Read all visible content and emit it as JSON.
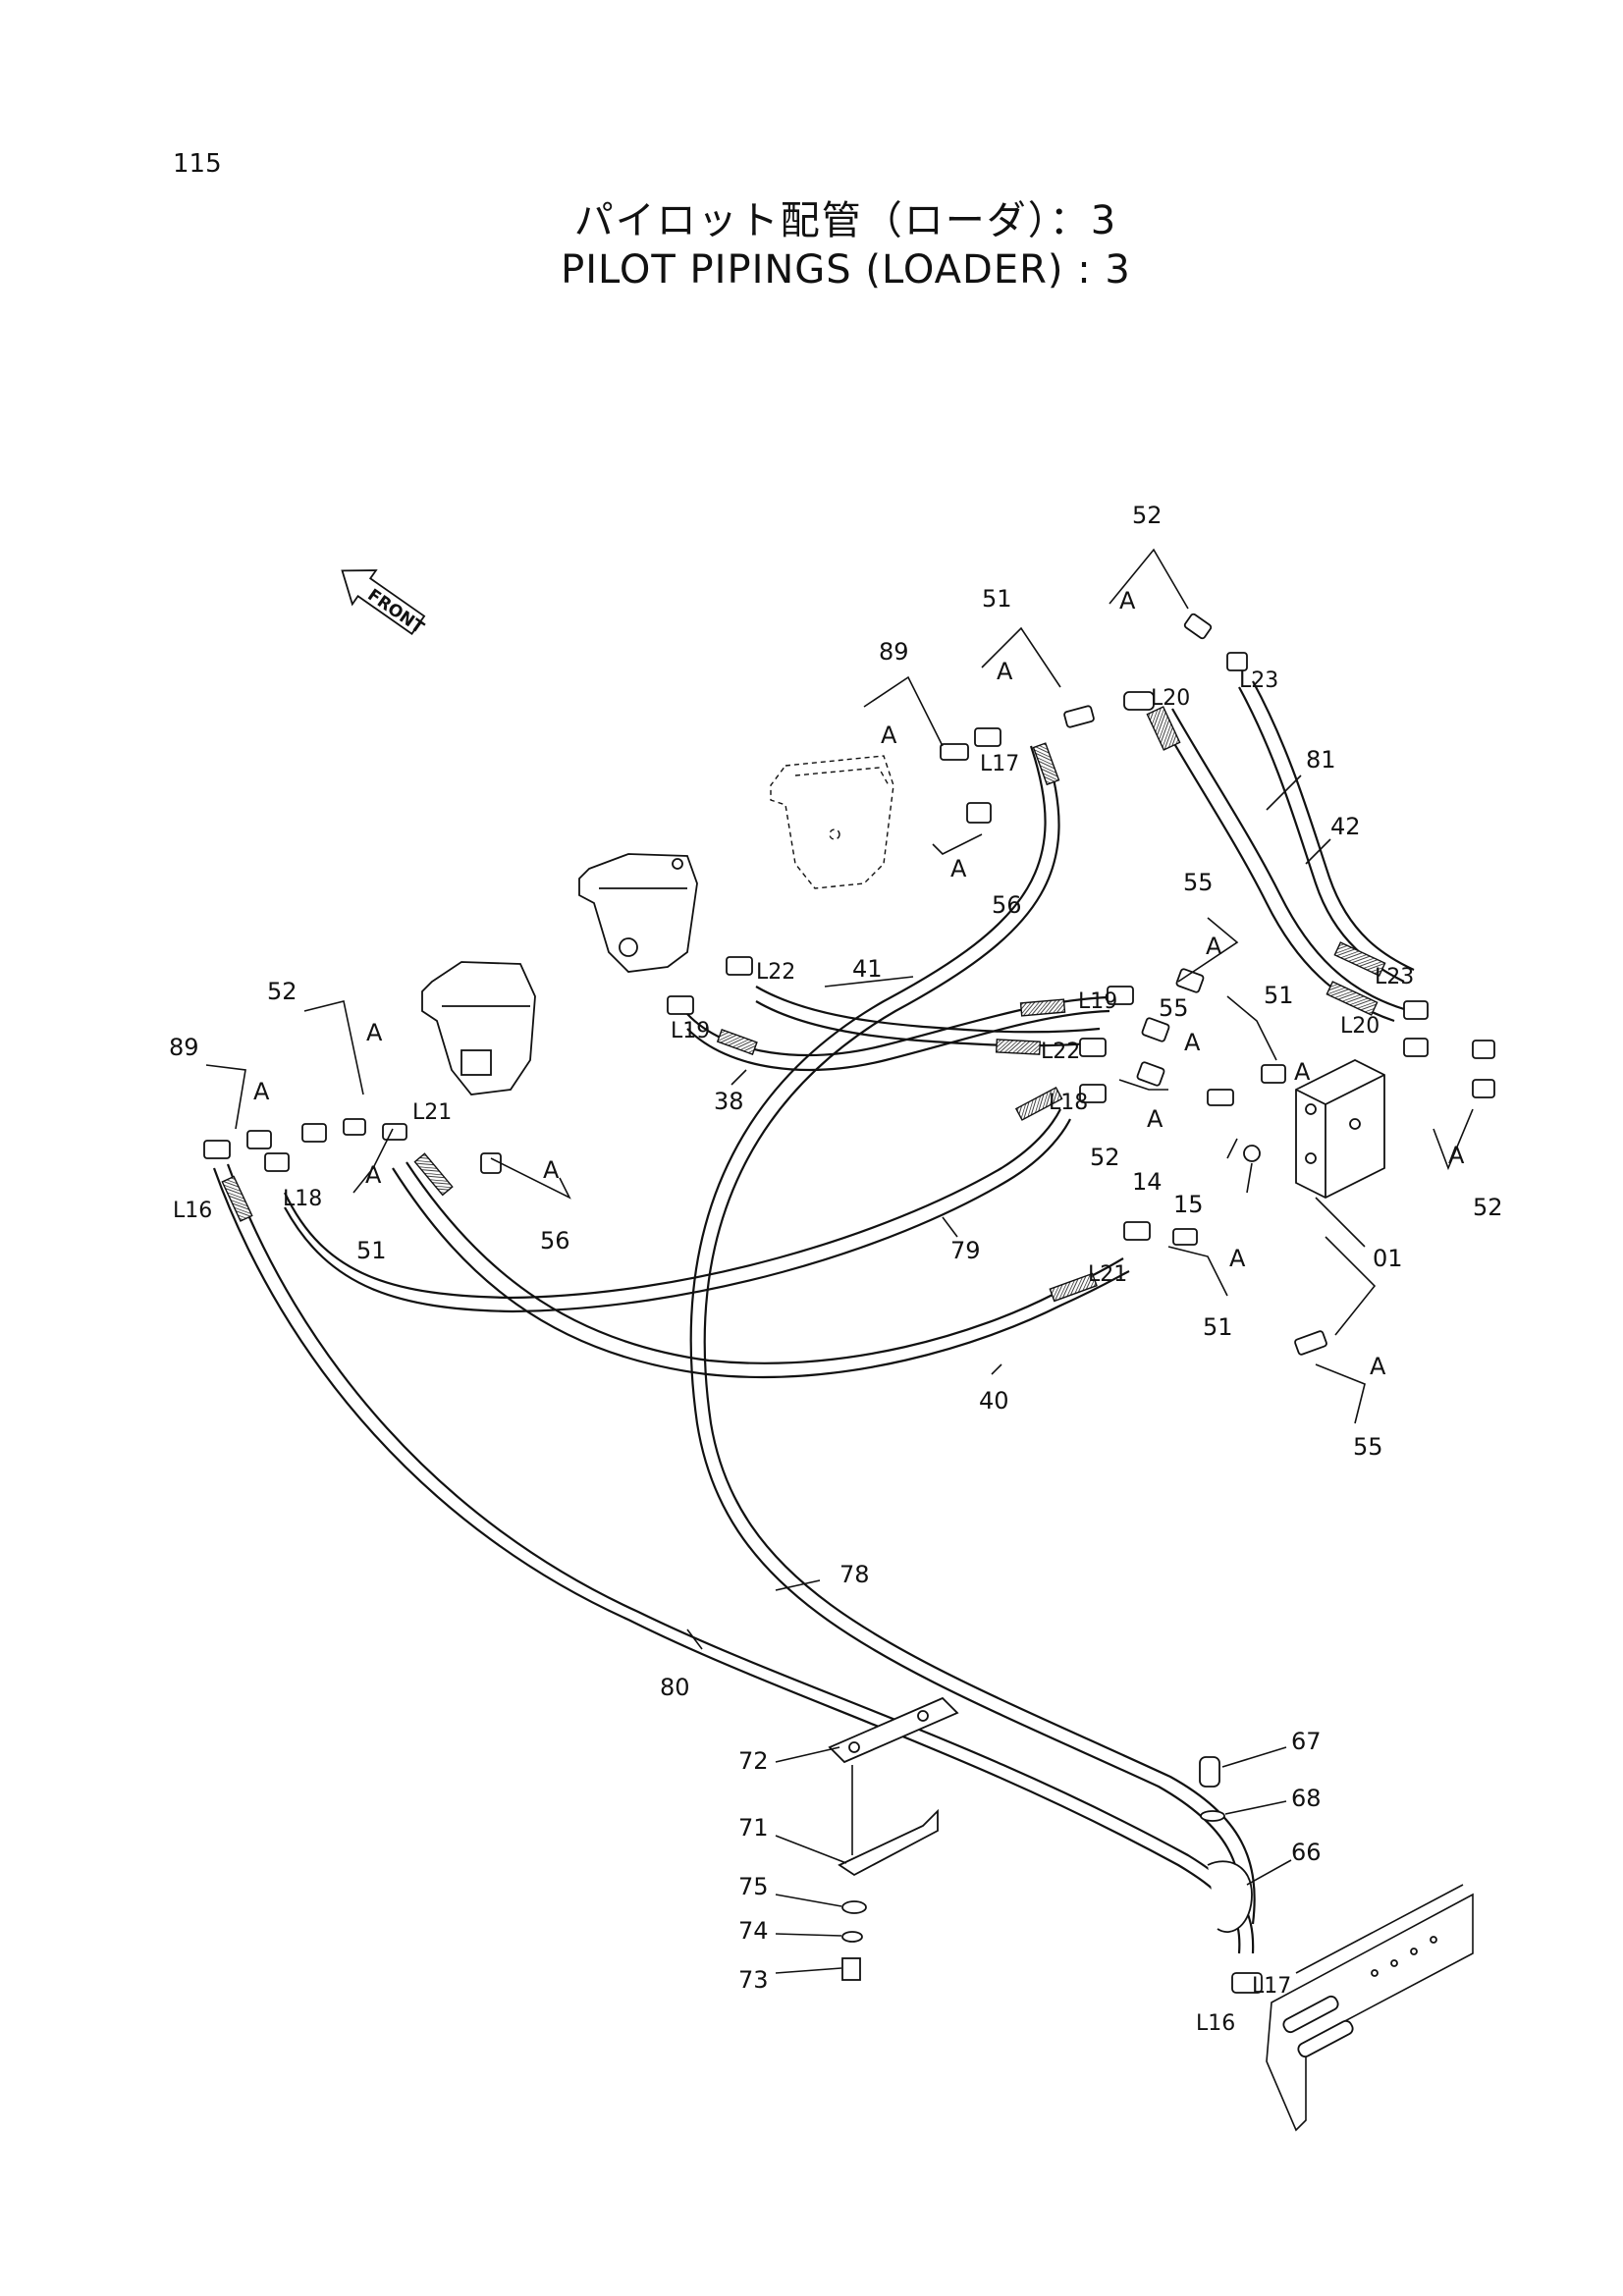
{
  "page_number": "115",
  "title_jp": "パイロット配管（ローダ）：3",
  "title_en": "PILOT PIPINGS (LOADER) : 3",
  "front_label": "FRONT",
  "labels": {
    "p52a": "52",
    "p51a": "51",
    "p89a": "89",
    "p56a": "56",
    "p55a": "55",
    "p55b": "55",
    "p51b": "51",
    "p52b": "52",
    "p52c": "52",
    "p52d": "52",
    "p89b": "89",
    "p51c": "51",
    "p56b": "56",
    "p41": "41",
    "p38": "38",
    "p81": "81",
    "p42": "42",
    "p14": "14",
    "p15": "15",
    "p01": "01",
    "p51d": "51",
    "p55c": "55",
    "p79": "79",
    "p40": "40",
    "p78": "78",
    "p80": "80",
    "p72": "72",
    "p71": "71",
    "p75": "75",
    "p74": "74",
    "p73": "73",
    "p67": "67",
    "p68": "68",
    "p66": "66",
    "L16": "L16",
    "L17": "L17",
    "L18": "L18",
    "L19": "L19",
    "L20": "L20",
    "L21": "L21",
    "L22": "L22",
    "L23": "L23",
    "L16b": "L16",
    "L17b": "L17",
    "L18b": "L18",
    "L19b": "L19",
    "L20b": "L20",
    "L21b": "L21",
    "L22b": "L22",
    "L23b": "L23",
    "A": "A"
  }
}
